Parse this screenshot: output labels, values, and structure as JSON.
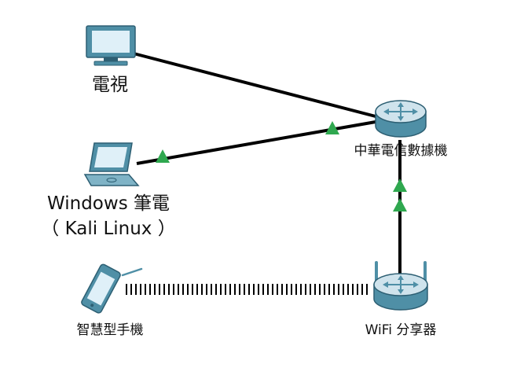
{
  "nodes": {
    "tv": {
      "label": "電視",
      "icon": "tv-monitor-icon"
    },
    "laptop": {
      "label_line1": "Windows 筆電",
      "label_line2": "（ Kali Linux ）",
      "icon": "laptop-icon"
    },
    "router": {
      "label": "中華電信數據機",
      "icon": "router-icon"
    },
    "wifi": {
      "label": "WiFi 分享器",
      "icon": "wireless-router-icon"
    },
    "phone": {
      "label": "智慧型手機",
      "icon": "smartphone-icon"
    }
  },
  "links": [
    {
      "from": "tv",
      "to": "router",
      "type": "wired",
      "status": "no-indicator"
    },
    {
      "from": "laptop",
      "to": "router",
      "type": "wired",
      "status": "up"
    },
    {
      "from": "router",
      "to": "wifi",
      "type": "wired",
      "status": "up"
    },
    {
      "from": "phone",
      "to": "wifi",
      "type": "wireless"
    }
  ],
  "colors": {
    "link": "#000000",
    "status_up": "#2fa84f",
    "device_body": "#4f8fa6",
    "device_light": "#cfe3ec",
    "screen": "#dff0f8"
  }
}
